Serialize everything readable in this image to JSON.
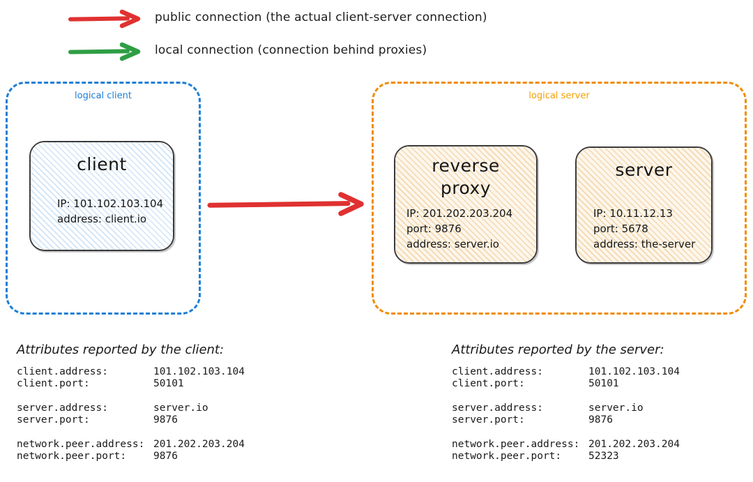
{
  "legend": [
    {
      "arrow_color": "#e03131",
      "icon": "arrow-right-icon",
      "label": "public connection (the actual client-server connection)"
    },
    {
      "arrow_color": "#2f9e44",
      "icon": "arrow-right-icon",
      "label": "local connection (connection behind proxies)"
    }
  ],
  "zones": {
    "client": {
      "label": "logical client",
      "border_color": "#1c7ed6"
    },
    "server": {
      "label": "logical server",
      "border_color": "#f08c00"
    }
  },
  "nodes": {
    "client": {
      "title": "client",
      "props": [
        "IP: 101.102.103.104",
        "address: client.io"
      ]
    },
    "reverse_proxy": {
      "title": "reverse proxy",
      "props": [
        "IP: 201.202.203.204",
        "port: 9876",
        "address: server.io"
      ]
    },
    "server": {
      "title": "server",
      "props": [
        "IP: 10.11.12.13",
        "port: 5678",
        "address: the-server"
      ]
    }
  },
  "main_arrow": {
    "icon": "arrow-right-icon",
    "color": "#e03131"
  },
  "attributes": {
    "client_report": {
      "heading": "Attributes reported by the client:",
      "rows": [
        {
          "key": "client.address:",
          "value": "101.102.103.104"
        },
        {
          "key": "client.port:",
          "value": "50101"
        },
        {
          "key": "",
          "value": ""
        },
        {
          "key": "server.address:",
          "value": "server.io"
        },
        {
          "key": "server.port:",
          "value": "9876"
        },
        {
          "key": "",
          "value": ""
        },
        {
          "key": "network.peer.address:",
          "value": "201.202.203.204"
        },
        {
          "key": "network.peer.port:",
          "value": "9876"
        }
      ]
    },
    "server_report": {
      "heading": "Attributes reported by the server:",
      "rows": [
        {
          "key": "client.address:",
          "value": "101.102.103.104"
        },
        {
          "key": "client.port:",
          "value": "50101"
        },
        {
          "key": "",
          "value": ""
        },
        {
          "key": "server.address:",
          "value": "server.io"
        },
        {
          "key": "server.port:",
          "value": "9876"
        },
        {
          "key": "",
          "value": ""
        },
        {
          "key": "network.peer.address:",
          "value": "201.202.203.204"
        },
        {
          "key": "network.peer.port:",
          "value": "52323"
        }
      ]
    }
  }
}
